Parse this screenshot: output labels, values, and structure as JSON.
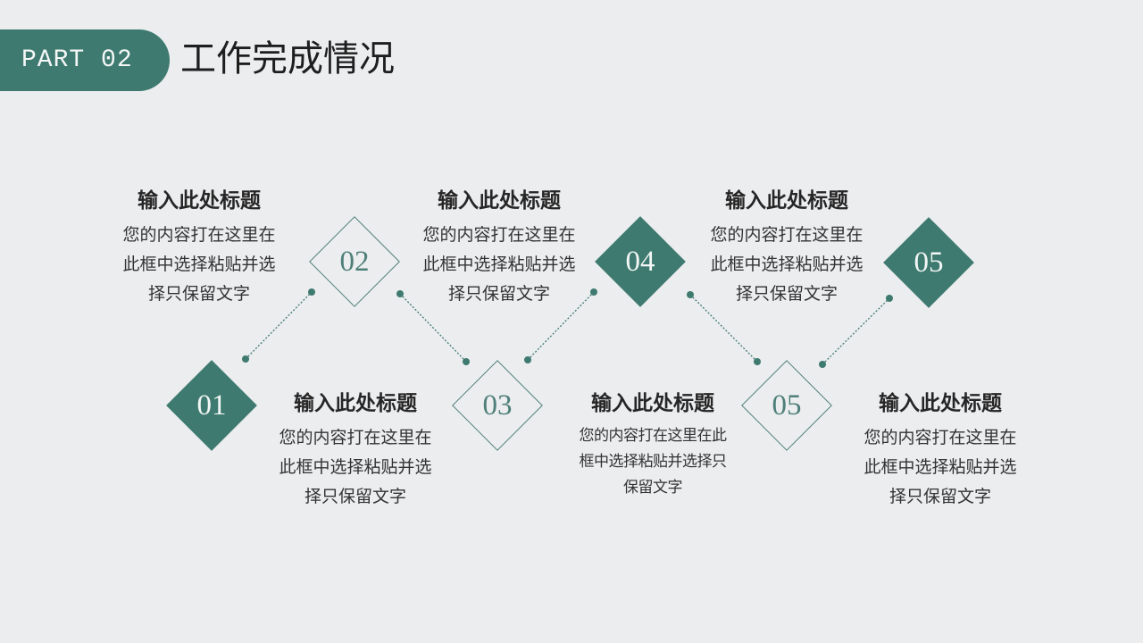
{
  "header": {
    "part_label": "PART 02",
    "title": "工作完成情况"
  },
  "colors": {
    "accent": "#3E7A70",
    "background": "#ECEDEF",
    "text": "#2B2B2B"
  },
  "steps": [
    {
      "number": "01",
      "style": "filled",
      "title": "输入此处标题",
      "body": [
        "您的内容打在这里在",
        "此框中选择粘贴并选",
        "择只保留文字"
      ]
    },
    {
      "number": "02",
      "style": "outline",
      "title": "输入此处标题",
      "body": [
        "您的内容打在这里在",
        "此框中选择粘贴并选",
        "择只保留文字"
      ]
    },
    {
      "number": "03",
      "style": "outline",
      "title": "输入此处标题",
      "body": [
        "您的内容打在这里在此",
        "框中选择粘贴并选择只",
        "保留文字"
      ]
    },
    {
      "number": "04",
      "style": "filled",
      "title": "输入此处标题",
      "body": [
        "您的内容打在这里在",
        "此框中选择粘贴并选",
        "择只保留文字"
      ]
    },
    {
      "number": "05",
      "style": "outline",
      "title": "输入此处标题",
      "body": [
        "您的内容打在这里在",
        "此框中选择粘贴并选",
        "择只保留文字"
      ]
    },
    {
      "number": "05",
      "style": "filled",
      "title": "",
      "body": []
    }
  ]
}
